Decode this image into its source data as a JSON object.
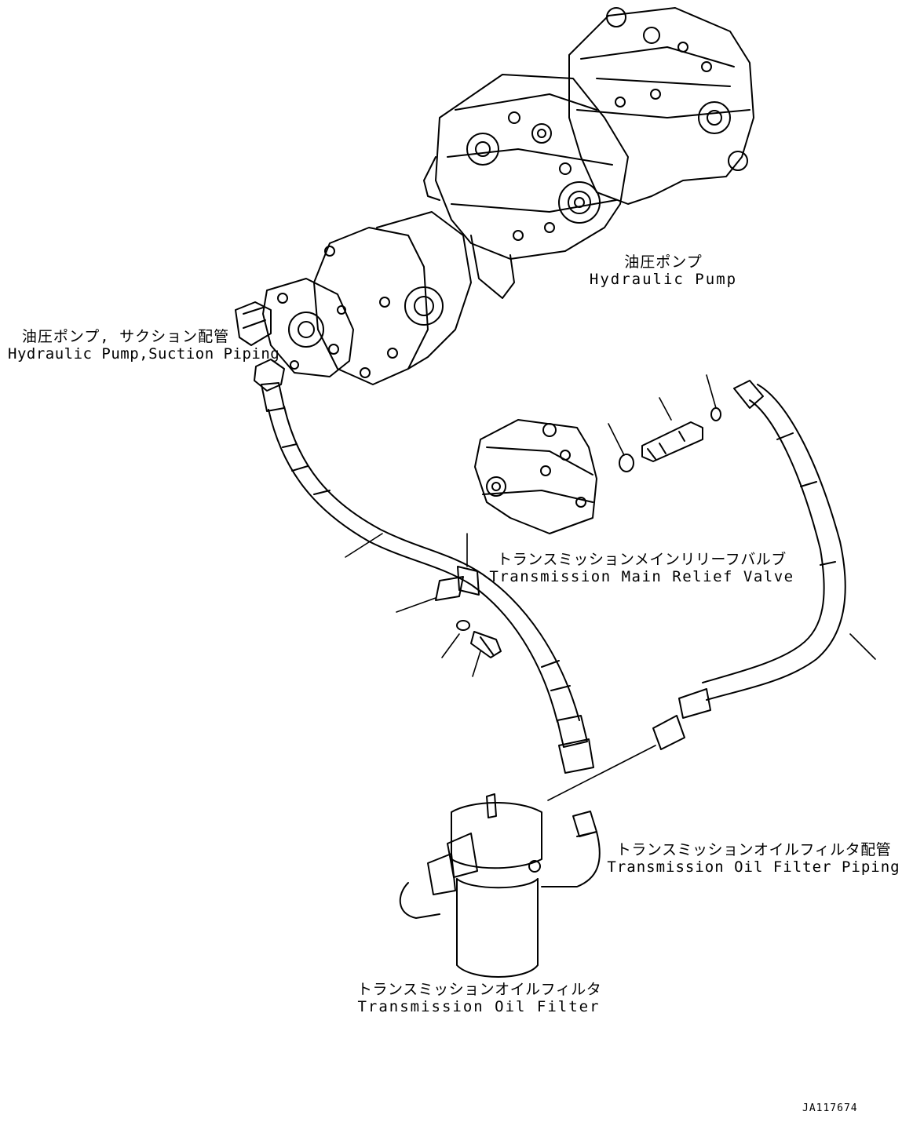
{
  "labels": {
    "hydraulic_pump": {
      "jp": "油圧ポンプ",
      "en": "Hydraulic Pump"
    },
    "suction_piping": {
      "jp": "油圧ポンプ, サクション配管",
      "en": "Hydraulic Pump,Suction Piping"
    },
    "main_relief_valve": {
      "jp": "トランスミッションメインリリーフバルブ",
      "en": "Transmission Main Relief Valve"
    },
    "oil_filter_piping": {
      "jp": "トランスミッションオイルフィルタ配管",
      "en": "Transmission Oil Filter Piping"
    },
    "oil_filter": {
      "jp": "トランスミッションオイルフィルタ",
      "en": "Transmission Oil Filter"
    }
  },
  "drawing_code": "JA117674",
  "colors": {
    "line": "#000000",
    "background": "#ffffff"
  }
}
